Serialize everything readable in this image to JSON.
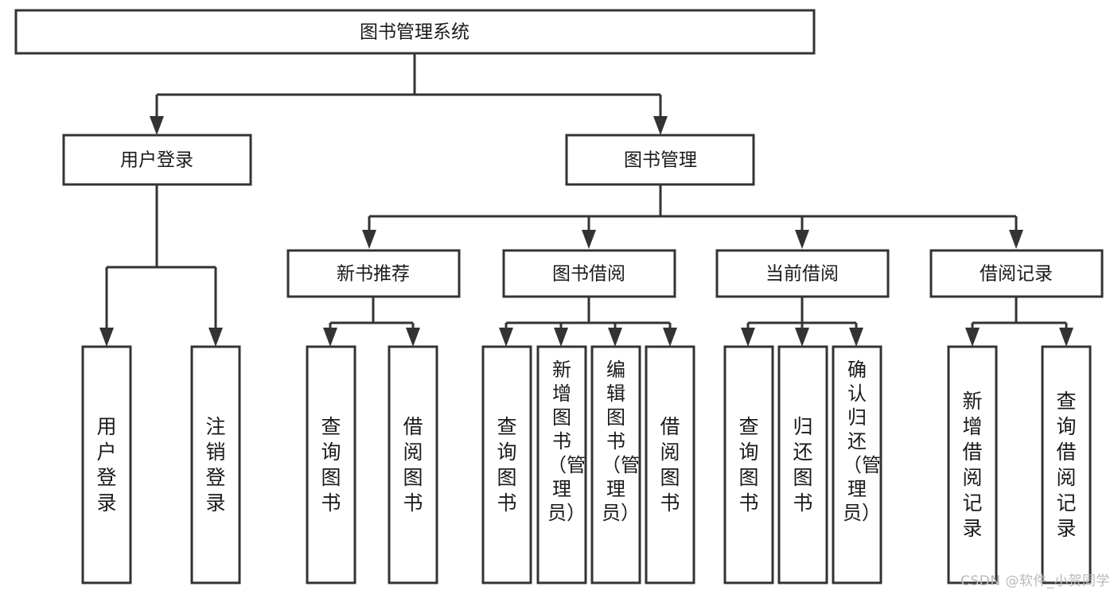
{
  "diagram": {
    "type": "tree",
    "title": "图书管理系统",
    "watermark": "CSDN @软件_小贺同学",
    "colors": {
      "stroke": "#333333",
      "fill": "#ffffff",
      "text": "#1a1a1a",
      "watermark": "#b9b9b9"
    },
    "levels": {
      "root": {
        "label": "图书管理系统"
      },
      "level2": [
        {
          "id": "user-login",
          "label": "用户登录"
        },
        {
          "id": "book-manage",
          "label": "图书管理"
        }
      ],
      "level3": [
        {
          "id": "new-book-recommend",
          "label": "新书推荐",
          "parent": "book-manage"
        },
        {
          "id": "book-borrow",
          "label": "图书借阅",
          "parent": "book-manage"
        },
        {
          "id": "current-borrow",
          "label": "当前借阅",
          "parent": "book-manage"
        },
        {
          "id": "borrow-record",
          "label": "借阅记录",
          "parent": "book-manage"
        }
      ],
      "leaves": [
        {
          "id": "leaf-user-login",
          "label": "用户登录",
          "parent": "user-login"
        },
        {
          "id": "leaf-logout",
          "label": "注销登录",
          "parent": "user-login"
        },
        {
          "id": "leaf-query-book-1",
          "label": "查询图书",
          "parent": "new-book-recommend"
        },
        {
          "id": "leaf-borrow-book-1",
          "label": "借阅图书",
          "parent": "new-book-recommend"
        },
        {
          "id": "leaf-query-book-2",
          "label": "查询图书",
          "parent": "book-borrow"
        },
        {
          "id": "leaf-add-book",
          "label": "新增图书（管理员）",
          "parent": "book-borrow"
        },
        {
          "id": "leaf-edit-book",
          "label": "编辑图书（管理员）",
          "parent": "book-borrow"
        },
        {
          "id": "leaf-borrow-book-2",
          "label": "借阅图书",
          "parent": "book-borrow"
        },
        {
          "id": "leaf-query-book-3",
          "label": "查询图书",
          "parent": "current-borrow"
        },
        {
          "id": "leaf-return-book",
          "label": "归还图书",
          "parent": "current-borrow"
        },
        {
          "id": "leaf-confirm-return",
          "label": "确认归还（管理员）",
          "parent": "current-borrow"
        },
        {
          "id": "leaf-add-record",
          "label": "新增借阅记录",
          "parent": "borrow-record"
        },
        {
          "id": "leaf-query-record",
          "label": "查询借阅记录",
          "parent": "borrow-record"
        }
      ]
    }
  }
}
